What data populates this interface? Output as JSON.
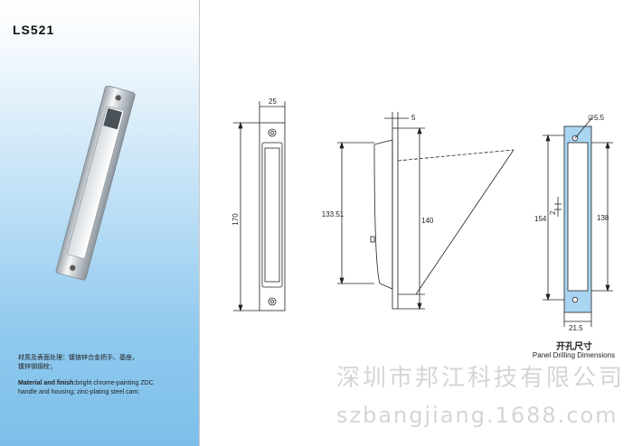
{
  "header": {
    "model": "LS521"
  },
  "description": {
    "zh_line1": "材质及表面处理：镀铬锌合金把手、基座，",
    "zh_line2": "镀锌钢钢栓；",
    "en_title": "Material and finish:",
    "en_line1": "bright chrome-painting ZDC",
    "en_line2": "handle and housing; zinc-plating steel cam;"
  },
  "front_view": {
    "width": "25",
    "height": "170"
  },
  "side_view": {
    "thickness": "5",
    "height_outer": "133.51",
    "height_inner": "140"
  },
  "cutout_view": {
    "hole": "∅5.5",
    "height_outer": "154",
    "height_inner": "138",
    "gap": "2",
    "width": "21.5"
  },
  "cutout_caption": {
    "zh": "开孔尺寸",
    "en": "Panel Drilling Dimensions"
  },
  "watermark": {
    "company": "深圳市邦江科技有限公司",
    "url": "szbangjiang.1688.com"
  },
  "colors": {
    "panel_gradient_bottom": "#7dbfea",
    "cutout_fill": "#a9d5f2",
    "line": "#222222"
  }
}
